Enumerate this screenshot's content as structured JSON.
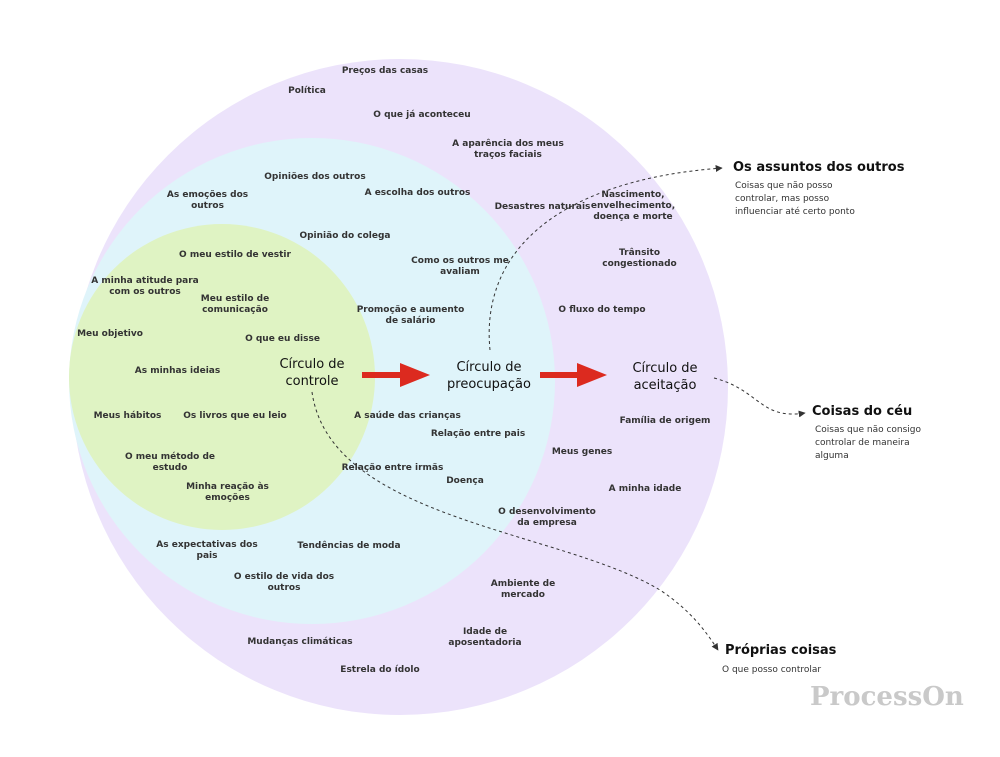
{
  "colors": {
    "outer": "#ece3fb",
    "middle": "#dff4fa",
    "inner": "#dff3c3",
    "arrow": "#dc2a1f"
  },
  "circles": {
    "control": "Círculo de\ncontrole",
    "concern": "Círculo de\npreocupação",
    "acceptance": "Círculo de\naceitação"
  },
  "control_items": [
    "O meu estilo de vestir",
    "A minha atitude para\ncom os outros",
    "Meu estilo de\ncomunicação",
    "Meu objetivo",
    "O que eu disse",
    "As minhas ideias",
    "Meus hábitos",
    "Os livros que eu leio",
    "O meu método de\nestudo",
    "Minha reação às\nemoções"
  ],
  "concern_items": [
    "Opiniões dos outros",
    "As emoções dos\noutros",
    "A escolha dos outros",
    "Opinião do colega",
    "Como os outros me\navaliam",
    "Promoção e aumento\nde salário",
    "A saúde das crianças",
    "Relação entre pais",
    "Relação entre irmãs",
    "Doença",
    "As expectativas dos\npais",
    "Tendências de moda",
    "O estilo de vida dos\noutros"
  ],
  "acceptance_items": [
    "Preços das casas",
    "Política",
    "O que já aconteceu",
    "A aparência dos meus\ntraços faciais",
    "Desastres naturais",
    "Nascimento,\nenvelhecimento,\ndoença e morte",
    "Trânsito\ncongestionado",
    "O fluxo do tempo",
    "Família de origem",
    "Meus genes",
    "A minha idade",
    "O desenvolvimento\nda empresa",
    "Ambiente de\nmercado",
    "Idade de\naposentadoria",
    "Mudanças climáticas",
    "Estrela do ídolo"
  ],
  "side_notes": [
    {
      "title": "Os assuntos dos outros",
      "desc": "Coisas que não posso\ncontrolar, mas posso\ninfluenciar até certo ponto"
    },
    {
      "title": "Coisas do céu",
      "desc": "Coisas que não consigo\ncontrolar de maneira\nalguma"
    },
    {
      "title": "Próprias coisas",
      "desc": "O que posso controlar"
    }
  ],
  "watermark": "ProcessOn"
}
